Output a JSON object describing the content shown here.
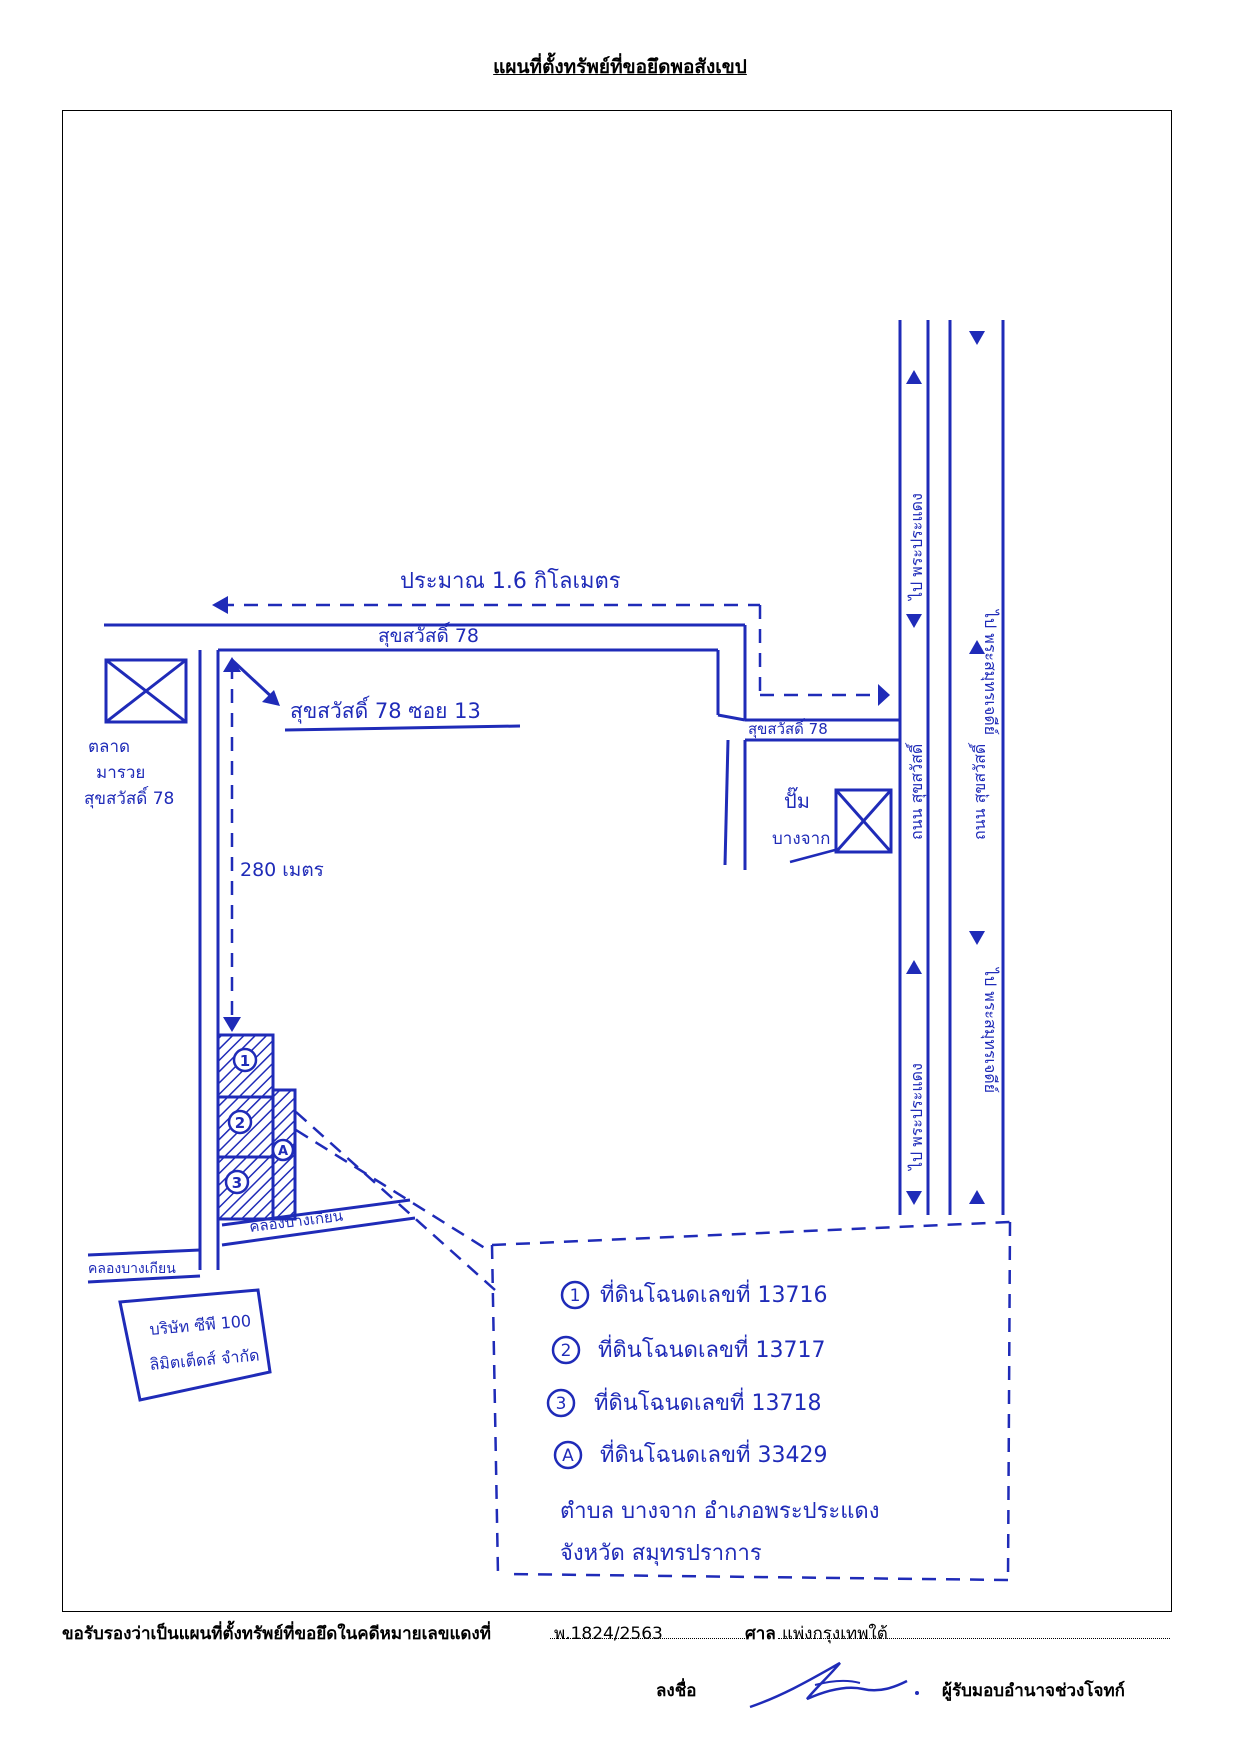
{
  "document": {
    "title": "แผนที่ตั้งทรัพย์ที่ขอยึดพอสังเขป"
  },
  "map": {
    "distance_label": "ประมาณ 1.6 กิโลเมตร",
    "road_main": "สุขสวัสดิ์ 78",
    "road_branch": "สุขสวัสดิ์ 78",
    "soi_label": "สุขสวัสดิ์ 78 ซอย 13",
    "market_label": [
      "ตลาด",
      "มารวย",
      "สุขสวัสดิ์ 78"
    ],
    "gas_station_label": [
      "ปั๊ม",
      "บางจาก"
    ],
    "distance_soi": "280 เมตร",
    "canal_label": "คลองบางเกียน",
    "canal_label_left": "คลองบางเกียน",
    "company_label": [
      "บริษัท ซีพี 100",
      "ลิมิตเต็ดส์ จำกัด"
    ],
    "highway_north": "ถนน สุขสวัสดิ์",
    "highway_south": "ถนน สุขสวัสดิ์",
    "dir_up_1": "ไป พระประแดง",
    "dir_down_1": "ไป พระสมุทรเจดีย์",
    "dir_up_2": "ไป พระประแดง",
    "dir_down_2": "ไป พระสมุทรเจดีย์",
    "plot_numbers": [
      "1",
      "2",
      "3",
      "A"
    ],
    "colors": {
      "ink": "#1f2bb8",
      "border": "#000000"
    }
  },
  "legend": {
    "items": [
      {
        "marker": "1",
        "text": "ที่ดินโฉนดเลขที่ 13716"
      },
      {
        "marker": "2",
        "text": "ที่ดินโฉนดเลขที่ 13717"
      },
      {
        "marker": "3",
        "text": "ที่ดินโฉนดเลขที่ 13718"
      },
      {
        "marker": "A",
        "text": "ที่ดินโฉนดเลขที่ 33429"
      }
    ],
    "location_line1": "ตำบล บางจาก อำเภอพระประแดง",
    "location_line2": "จังหวัด สมุทรปราการ"
  },
  "footer": {
    "certify_label": "ขอรับรองว่าเป็นแผนที่ตั้งทรัพย์ที่ขอยึดในคดีหมายเลขแดงที่",
    "case_number": "พ.1824/2563",
    "court_label": "ศาล",
    "court_name": "แพ่งกรุงเทพใต้",
    "sign_label": "ลงชื่อ",
    "signer_role": "ผู้รับมอบอำนาจช่วงโจทก์"
  }
}
